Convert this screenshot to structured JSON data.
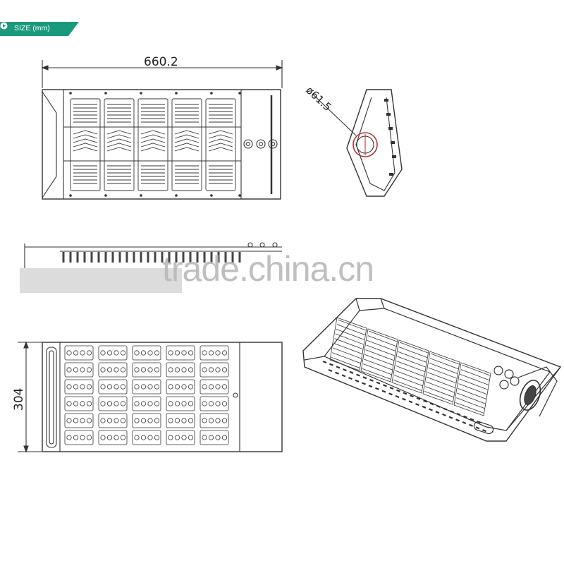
{
  "header": {
    "label": "SIZE (mm)",
    "icon": "info-circle-icon",
    "color": "#1a9a7a"
  },
  "dimensions": {
    "length": "660.2",
    "width": "304",
    "diameter": "ø61.5"
  },
  "watermark": "trade.china.cn"
}
